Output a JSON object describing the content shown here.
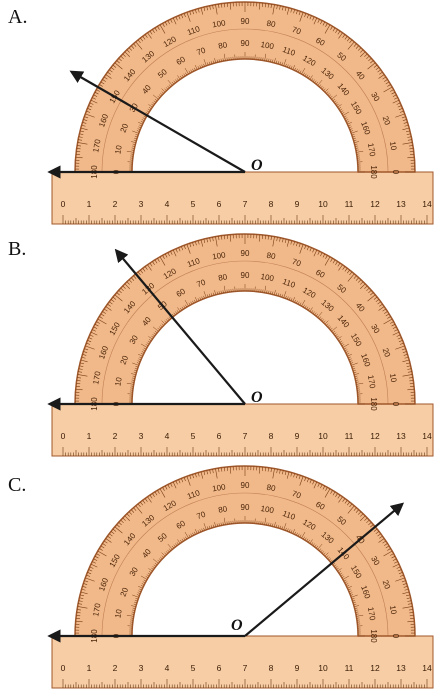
{
  "panels": [
    {
      "label": "A.",
      "ray_angle_deg": 150,
      "origin_label": "O"
    },
    {
      "label": "B.",
      "ray_angle_deg": 130,
      "origin_label": "O"
    },
    {
      "label": "C.",
      "ray_angle_deg": 40,
      "origin_label": "O"
    }
  ],
  "protractor": {
    "outer_scale": [
      0,
      10,
      20,
      30,
      40,
      50,
      60,
      70,
      80,
      90,
      100,
      110,
      120,
      130,
      140,
      150,
      160,
      170,
      180
    ],
    "inner_scale": [
      180,
      170,
      160,
      150,
      140,
      130,
      120,
      110,
      100,
      90,
      80,
      70,
      60,
      50,
      40,
      30,
      20,
      10,
      0
    ]
  },
  "ruler": {
    "numbers": [
      "0",
      "1",
      "2",
      "3",
      "4",
      "5",
      "6",
      "7",
      "8",
      "9",
      "10",
      "11",
      "12",
      "13",
      "14"
    ]
  },
  "colors": {
    "protractor": "#F1B98A",
    "protractor_edge": "#A0582B",
    "ruler": "#F6CDA4",
    "ray": "#1a1a1a"
  }
}
